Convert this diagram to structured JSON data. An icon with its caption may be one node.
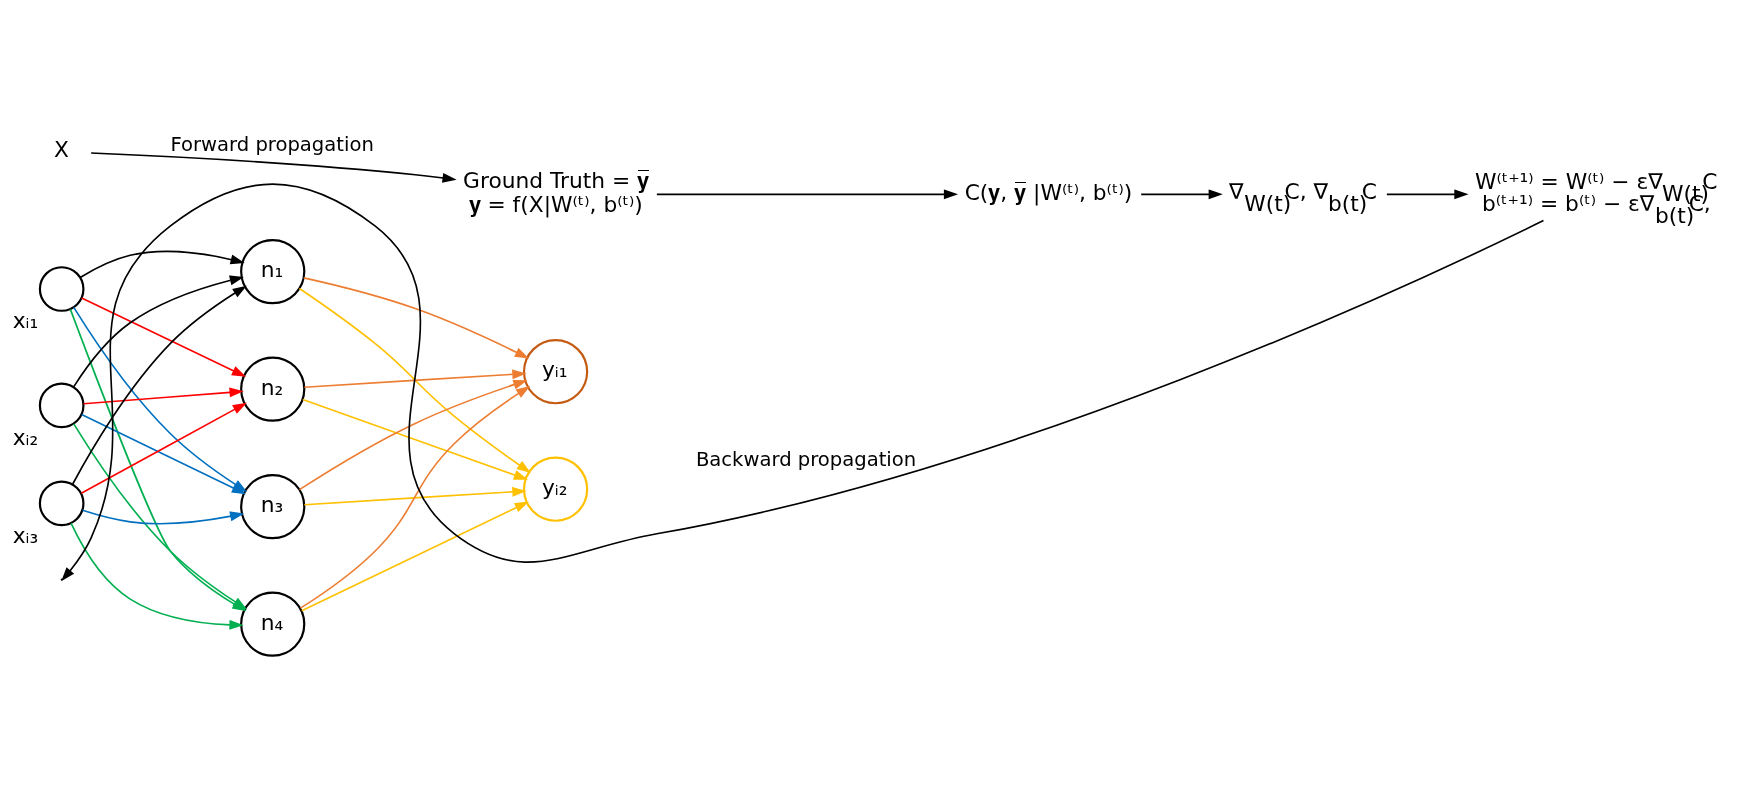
{
  "diagram": {
    "nodes": [
      {
        "text": [
          "X"
        ]
      },
      {
        "text": [
          "Ground Truth = 𝐲̅",
          "𝐲 = f(X|W⁽ᵗ⁾, b⁽ᵗ⁾)"
        ]
      },
      {
        "text": [
          "C(𝐲, 𝐲̅ |W⁽ᵗ⁾, b⁽ᵗ⁾)"
        ]
      },
      {
        "text": [],
        "shape": "circle",
        "beside": [
          "xᵢ₁"
        ]
      },
      {
        "text": [],
        "shape": "circle",
        "beside": [
          "xᵢ₂"
        ]
      },
      {
        "text": [],
        "shape": "circle",
        "beside": [
          "xᵢ₃"
        ]
      },
      {
        "text": [
          "n₁"
        ]
      },
      {
        "text": [
          "n₂"
        ]
      },
      {
        "text": [
          "n₃"
        ]
      },
      {
        "text": [
          "n₄"
        ]
      },
      {
        "text": [
          "yᵢ₁"
        ]
      },
      {
        "text": [
          "yᵢ₂"
        ]
      },
      {
        "text": [
          "∇$_{W(t)}$C, ∇$_{b(t)}$C"
        ]
      },
      {
        "text": [
          "W⁽ᵗ⁺¹⁾ = W⁽ᵗ⁾ − ε∇$_{W(t)}$C",
          "b⁽ᵗ⁺¹⁾ = b⁽ᵗ⁾ − ε∇$_{b(t)}$C,"
        ]
      }
    ],
    "edges": [
      {
        "from": 0,
        "to": 1,
        "arrow": "to",
        "label": "Forward propagation"
      },
      {
        "from": 1,
        "to": 2,
        "arrow": "to"
      },
      {
        "from": 2,
        "to": 12,
        "arrow": "to"
      },
      {
        "from": 12,
        "to": 13,
        "arrow": "to"
      },
      {
        "from": 13,
        "to": null,
        "arrow": "to",
        "label": "Backward propagation"
      },
      {
        "from": 3,
        "to": 6,
        "arrow": "to"
      },
      {
        "from": 4,
        "to": 6,
        "arrow": "to"
      },
      {
        "from": 5,
        "to": 6,
        "arrow": "to"
      },
      {
        "from": 3,
        "to": 7,
        "arrow": "to",
        "color": "#ff0000"
      },
      {
        "from": 4,
        "to": 7,
        "arrow": "to",
        "color": "#ff0000"
      },
      {
        "from": 5,
        "to": 7,
        "arrow": "to",
        "color": "#ff0000"
      },
      {
        "from": 3,
        "to": 8,
        "arrow": "to",
        "color": "#0070c0"
      },
      {
        "from": 4,
        "to": 8,
        "arrow": "to",
        "color": "#0070c0"
      },
      {
        "from": 5,
        "to": 8,
        "arrow": "to",
        "color": "#0070c0"
      },
      {
        "from": 3,
        "to": 9,
        "arrow": "to",
        "color": "#00b050"
      },
      {
        "from": 4,
        "to": 9,
        "arrow": "to",
        "color": "#00b050"
      },
      {
        "from": 5,
        "to": 9,
        "arrow": "to",
        "color": "#00b050"
      },
      {
        "from": 6,
        "to": 10,
        "arrow": "to",
        "color": "#ed7d31"
      },
      {
        "from": 7,
        "to": 10,
        "arrow": "to",
        "color": "#ed7d31"
      },
      {
        "from": 8,
        "to": 10,
        "arrow": "to",
        "color": "#ed7d31"
      },
      {
        "from": 9,
        "to": 10,
        "arrow": "to",
        "color": "#ed7d31"
      },
      {
        "from": 6,
        "to": 11,
        "arrow": "to",
        "color": "#ffc000"
      },
      {
        "from": 7,
        "to": 11,
        "arrow": "to",
        "color": "#ffc000"
      },
      {
        "from": 8,
        "to": 11,
        "arrow": "to",
        "color": "#ffc000"
      },
      {
        "from": 9,
        "to": 11,
        "arrow": "to",
        "color": "#ffc000"
      }
    ]
  }
}
